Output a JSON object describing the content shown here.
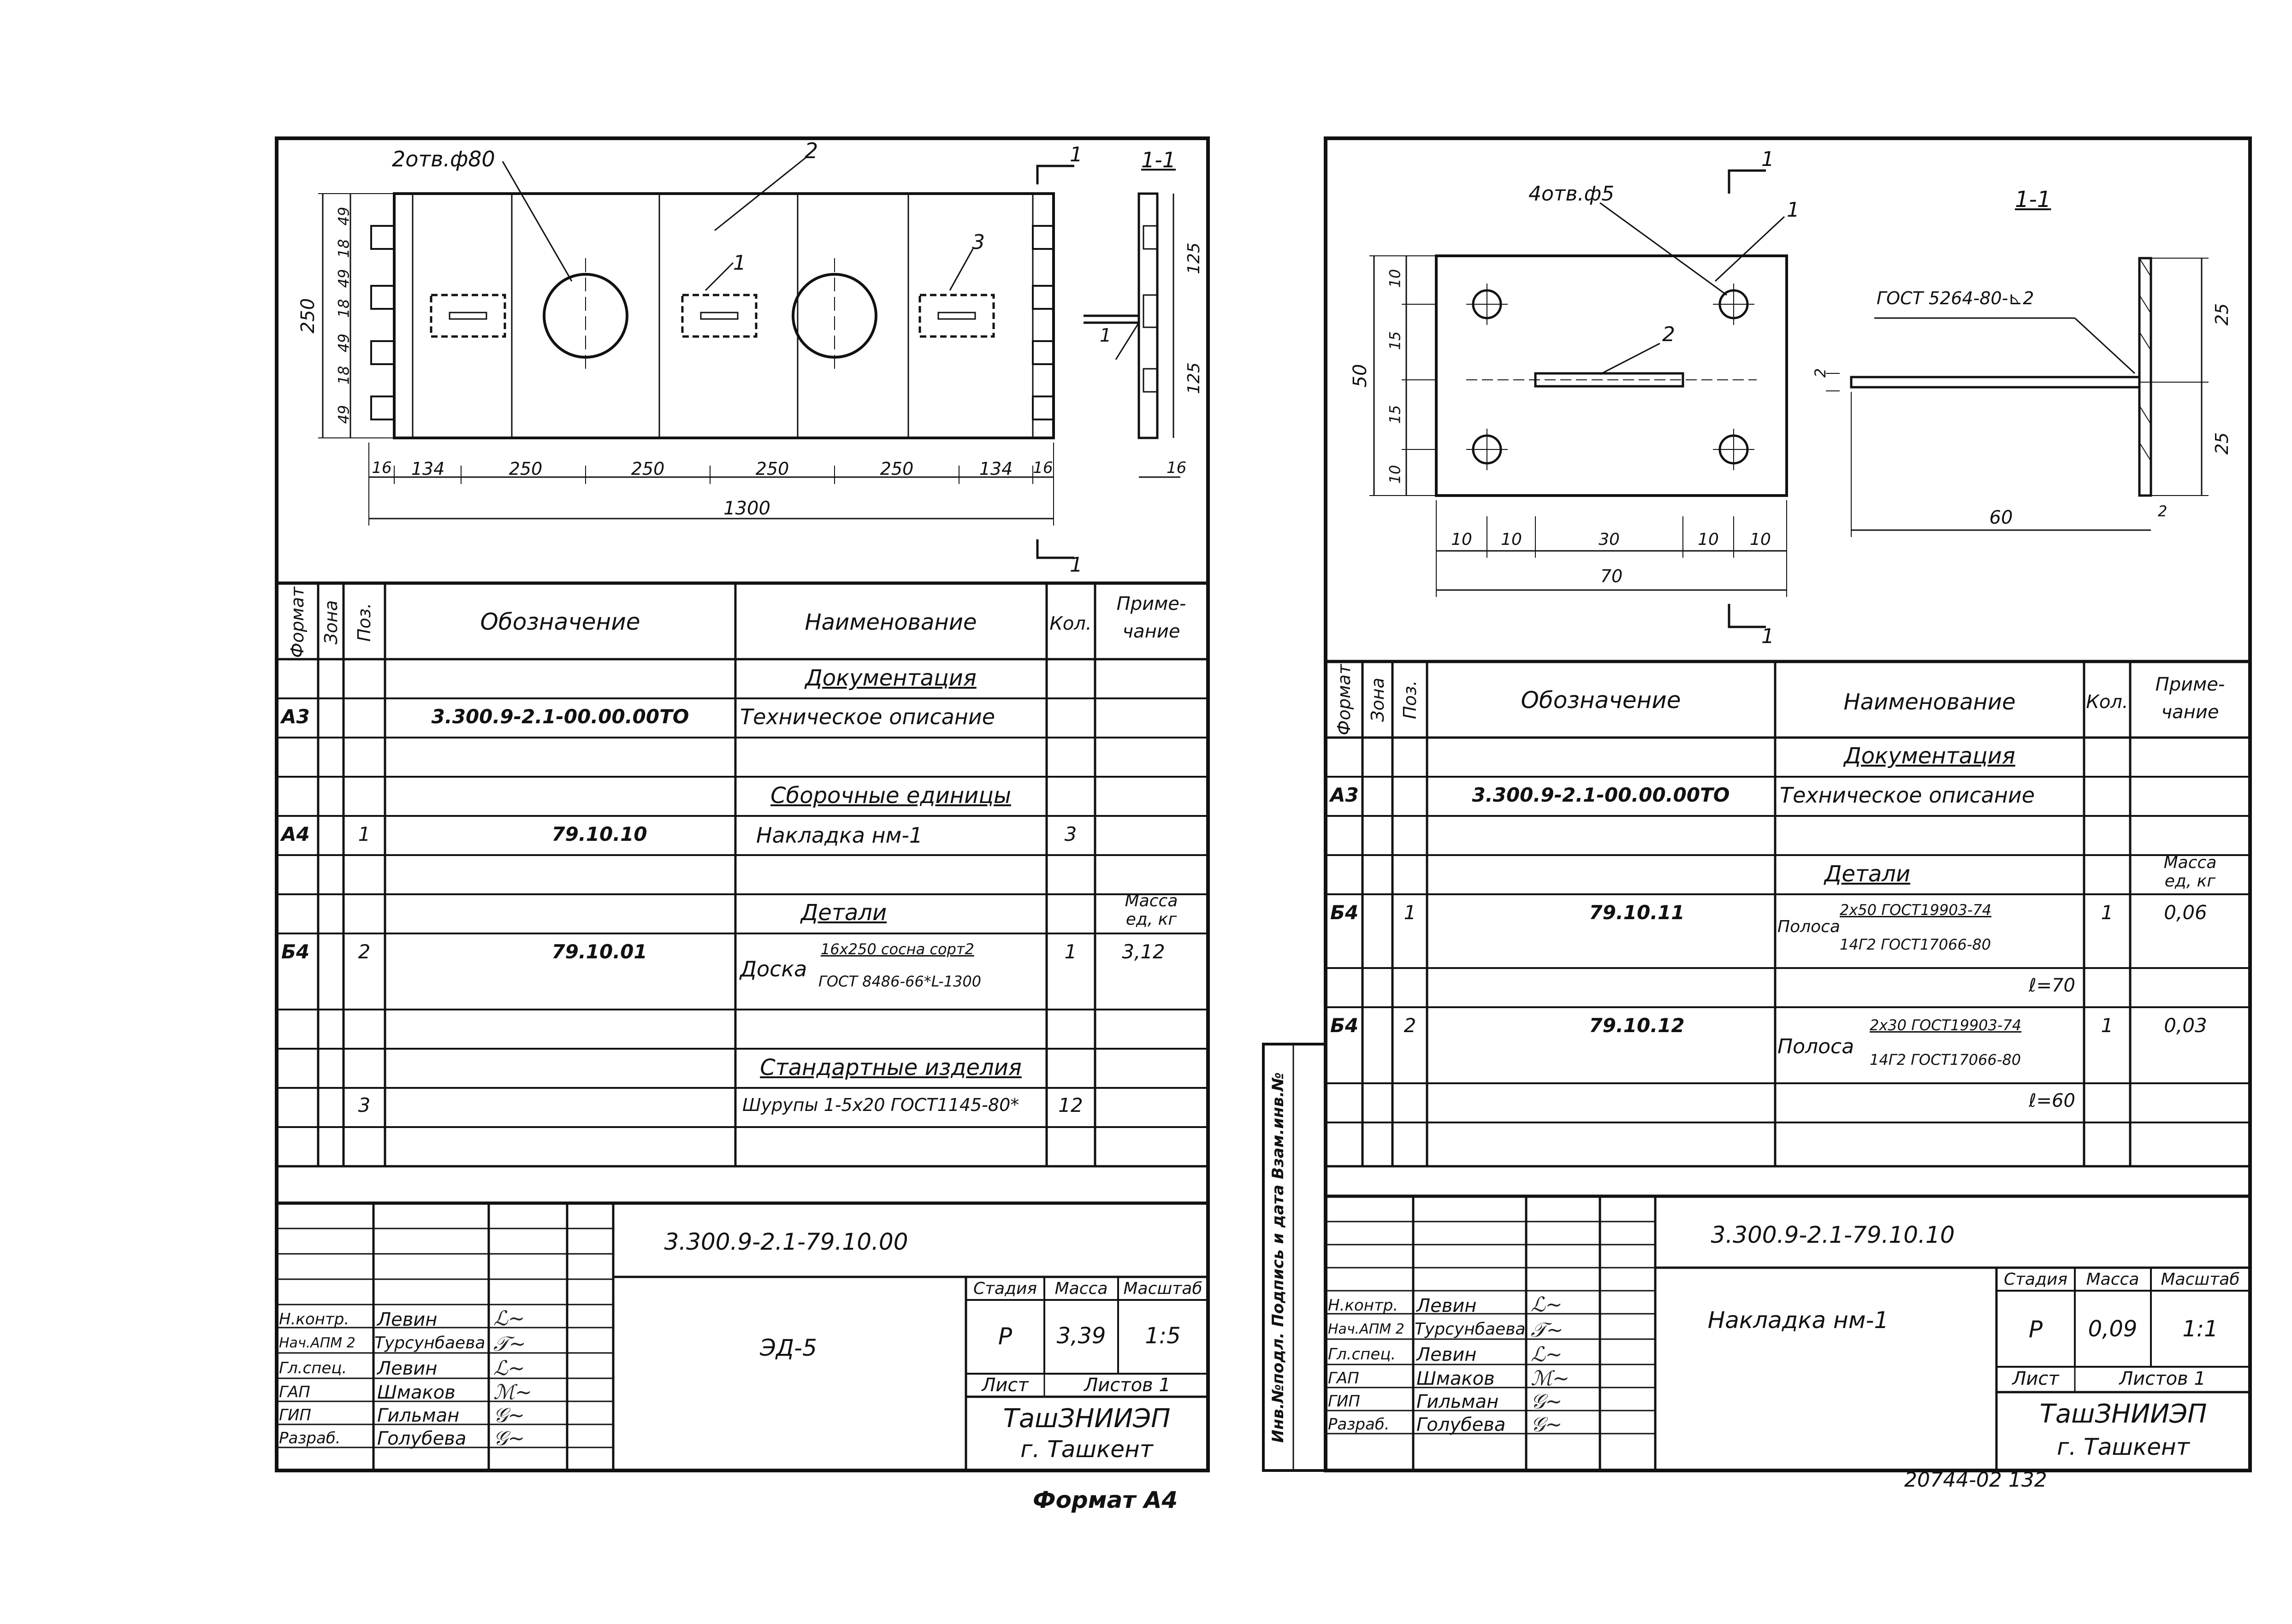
{
  "sheet1": {
    "drawing": {
      "holes_note": "2отв.ф80",
      "pos2": "2",
      "pos1": "1",
      "pos3": "3",
      "cut_mark": "1",
      "section_title": "1-1",
      "section_pos": "1",
      "height_total": "250",
      "left_dims": [
        "49",
        "18",
        "49",
        "18",
        "49",
        "18",
        "49"
      ],
      "right_dims": [
        "125",
        "125"
      ],
      "right_bottom_dim": "16",
      "bottom_dims": [
        "16",
        "134",
        "250",
        "250",
        "250",
        "250",
        "134",
        "16"
      ],
      "overall_length": "1300"
    },
    "spec": {
      "headers": {
        "format": "Формат",
        "zone": "Зона",
        "pos": "Поз.",
        "designation": "Обозначение",
        "name": "Наименование",
        "qty": "Кол.",
        "note": "Приме-\nчание"
      },
      "rows": [
        {
          "format": "",
          "pos": "",
          "designation": "",
          "name": "Документация",
          "qty": "",
          "note": "",
          "section": true
        },
        {
          "format": "А3",
          "pos": "",
          "designation": "3.300.9-2.1-00.00.00ТО",
          "name": "Техническое описание",
          "qty": "",
          "note": ""
        },
        {
          "format": "",
          "pos": "",
          "designation": "",
          "name": "",
          "qty": "",
          "note": ""
        },
        {
          "format": "",
          "pos": "",
          "designation": "",
          "name": "Сборочные единицы",
          "qty": "",
          "note": "",
          "section": true
        },
        {
          "format": "А4",
          "pos": "1",
          "designation": "79.10.10",
          "name": "Накладка нм-1",
          "qty": "3",
          "note": ""
        },
        {
          "format": "",
          "pos": "",
          "designation": "",
          "name": "",
          "qty": "",
          "note": ""
        },
        {
          "format": "",
          "pos": "",
          "designation": "",
          "name": "Детали",
          "qty": "",
          "note": "Масса\nед, кг",
          "section": true
        },
        {
          "format": "Б4",
          "pos": "2",
          "designation": "79.10.01",
          "name": "Доска",
          "name_top": "16х250 сосна сорт2",
          "name_bottom": "ГОСТ 8486-66*L-1300",
          "qty": "1",
          "note": "3,12"
        },
        {
          "format": "",
          "pos": "",
          "designation": "",
          "name": "",
          "qty": "",
          "note": ""
        },
        {
          "format": "",
          "pos": "",
          "designation": "",
          "name": "Стандартные изделия",
          "qty": "",
          "note": "",
          "section": true
        },
        {
          "format": "",
          "pos": "3",
          "designation": "",
          "name": "Шурупы 1-5х20 ГОСТ1145-80*",
          "qty": "12",
          "note": ""
        },
        {
          "format": "",
          "pos": "",
          "designation": "",
          "name": "",
          "qty": "",
          "note": ""
        }
      ]
    },
    "title_block": {
      "doc_code": "3.300.9-2.1-79.10.00",
      "doc_name": "ЭД-5",
      "stage_label": "Стадия",
      "mass_label": "Масса",
      "scale_label": "Масштаб",
      "stage": "Р",
      "mass": "3,39",
      "scale": "1:5",
      "sheet_label": "Лист",
      "sheets_label": "Листов 1",
      "org": "ТашЗНИИЭП",
      "city": "г. Ташкент",
      "people": [
        {
          "role": "Н.контр.",
          "name": "Левин"
        },
        {
          "role": "Нач.АПМ 2",
          "name": "Турсунбаева"
        },
        {
          "role": "Гл.спец.",
          "name": "Левин"
        },
        {
          "role": "ГАП",
          "name": "Шмаков"
        },
        {
          "role": "ГИП",
          "name": "Гильман"
        },
        {
          "role": "Разраб.",
          "name": "Голубева"
        }
      ]
    },
    "format_caption": "Формат А4"
  },
  "sheet2": {
    "drawing": {
      "holes_note": "4отв.ф5",
      "pos1": "1",
      "pos2": "2",
      "cut_mark": "1",
      "section_title": "1-1",
      "weld_note": "ГОСТ 5264-80-⊾2",
      "thickness": "2",
      "height_total": "50",
      "left_dims": [
        "10",
        "15",
        "15",
        "10"
      ],
      "bottom_dims": [
        "10",
        "10",
        "30",
        "10",
        "10"
      ],
      "width_total": "70",
      "section_dims": [
        "25",
        "25"
      ],
      "section_length": "60",
      "section_thk": "2"
    },
    "spec": {
      "headers": {
        "format": "Формат",
        "zone": "Зона",
        "pos": "Поз.",
        "designation": "Обозначение",
        "name": "Наименование",
        "qty": "Кол.",
        "note": "Приме-\nчание"
      },
      "rows": [
        {
          "format": "",
          "pos": "",
          "designation": "",
          "name": "Документация",
          "qty": "",
          "note": "",
          "section": true
        },
        {
          "format": "А3",
          "pos": "",
          "designation": "3.300.9-2.1-00.00.00ТО",
          "name": "Техническое описание",
          "qty": "",
          "note": ""
        },
        {
          "format": "",
          "pos": "",
          "designation": "",
          "name": "",
          "qty": "",
          "note": ""
        },
        {
          "format": "",
          "pos": "",
          "designation": "",
          "name": "Детали",
          "qty": "",
          "note": "Масса\nед, кг",
          "section": true
        },
        {
          "format": "Б4",
          "pos": "1",
          "designation": "79.10.11",
          "name": "Полоса",
          "name_top": "2х50 ГОСТ19903-74",
          "name_bottom": "14Г2 ГОСТ17066-80",
          "qty": "1",
          "note": "0,06"
        },
        {
          "format": "",
          "pos": "",
          "designation": "",
          "name": "ℓ=70",
          "qty": "",
          "note": ""
        },
        {
          "format": "Б4",
          "pos": "2",
          "designation": "79.10.12",
          "name": "Полоса",
          "name_top": "2х30 ГОСТ19903-74",
          "name_bottom": "14Г2 ГОСТ17066-80",
          "qty": "1",
          "note": "0,03"
        },
        {
          "format": "",
          "pos": "",
          "designation": "",
          "name": "ℓ=60",
          "qty": "",
          "note": ""
        },
        {
          "format": "",
          "pos": "",
          "designation": "",
          "name": "",
          "qty": "",
          "note": ""
        }
      ]
    },
    "side_stamp": "Инв.№подл. Подпись и дата Взам.инв.№",
    "title_block": {
      "doc_code": "3.300.9-2.1-79.10.10",
      "doc_name": "Накладка нм-1",
      "stage_label": "Стадия",
      "mass_label": "Масса",
      "scale_label": "Масштаб",
      "stage": "Р",
      "mass": "0,09",
      "scale": "1:1",
      "sheet_label": "Лист",
      "sheets_label": "Листов 1",
      "org": "ТашЗНИИЭП",
      "city": "г. Ташкент",
      "people": [
        {
          "role": "Н.контр.",
          "name": "Левин"
        },
        {
          "role": "Нач.АПМ 2",
          "name": "Турсунбаева"
        },
        {
          "role": "Гл.спец.",
          "name": "Левин"
        },
        {
          "role": "ГАП",
          "name": "Шмаков"
        },
        {
          "role": "ГИП",
          "name": "Гильман"
        },
        {
          "role": "Разраб.",
          "name": "Голубева"
        }
      ]
    },
    "footer_code": "20744-02   132"
  }
}
